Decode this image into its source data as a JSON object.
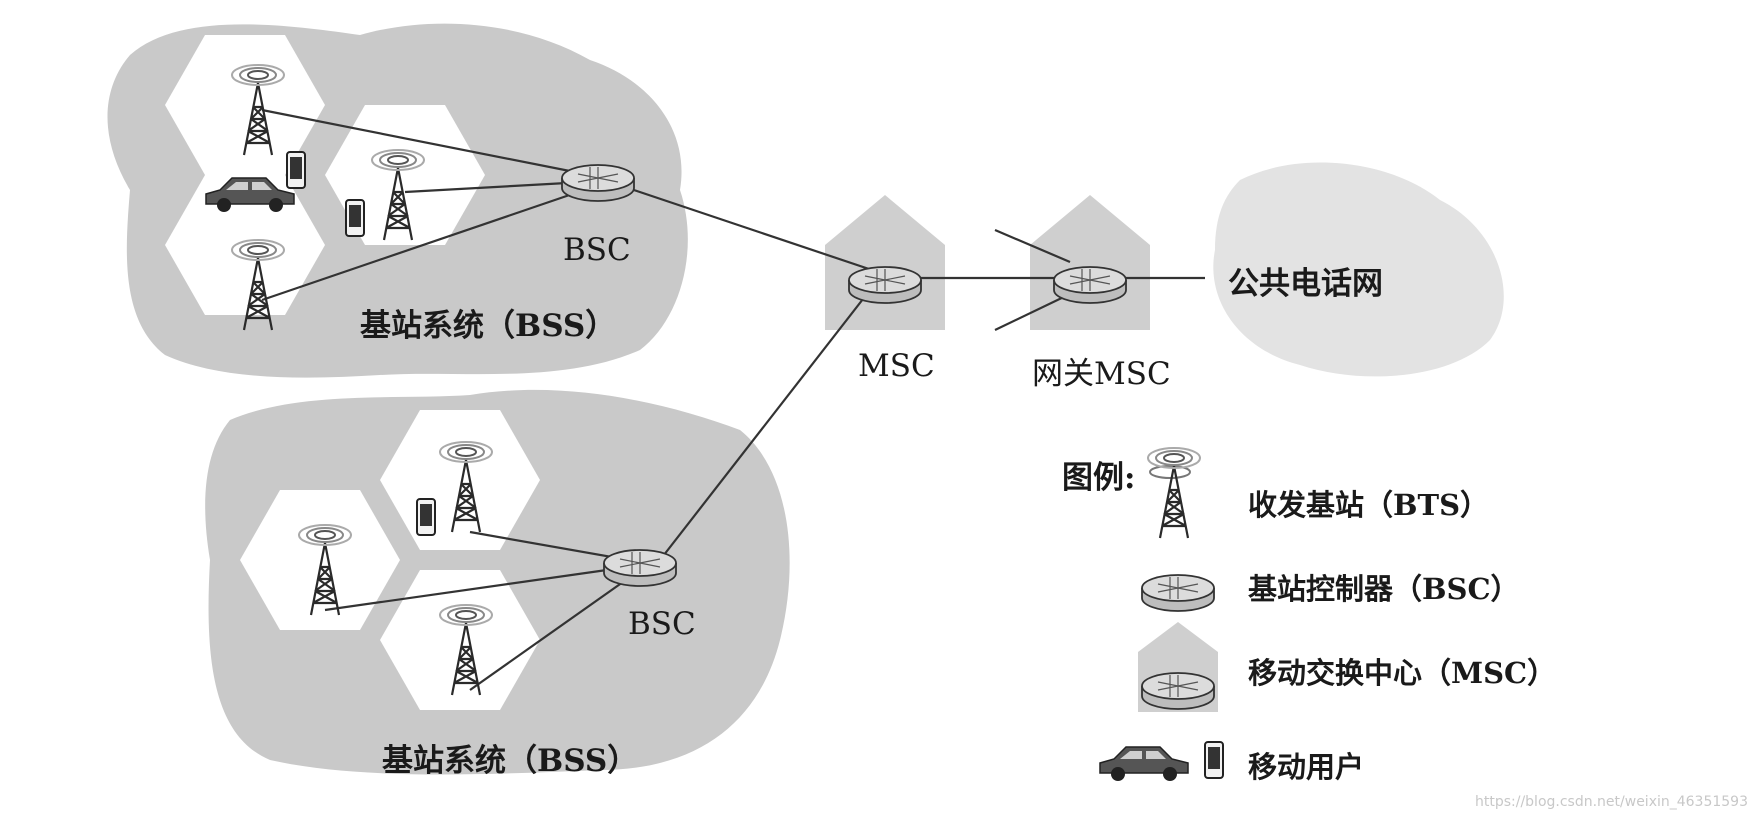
{
  "labels": {
    "bss_top": "基站系统（BSS）",
    "bss_bottom": "基站系统（BSS）",
    "bsc_top": "BSC",
    "bsc_bottom": "BSC",
    "msc": "MSC",
    "gateway_msc": "网关MSC",
    "pstn": "公共电话网"
  },
  "legend": {
    "title": "图例:",
    "items": [
      {
        "icon": "tower-icon",
        "label": "收发基站（BTS）"
      },
      {
        "icon": "router-icon",
        "label": "基站控制器（BSC）"
      },
      {
        "icon": "house-router-icon",
        "label": "移动交换中心（MSC）"
      },
      {
        "icon": "car-phone-icon",
        "label": "移动用户"
      }
    ]
  },
  "watermark": "https://blog.csdn.net/weixin_46351593",
  "colors": {
    "cloud": "#c9c9c9",
    "hex_cell": "#ffffff",
    "building": "#cfcfcf",
    "line": "#333333",
    "router_fill": "#d8d8d8"
  }
}
